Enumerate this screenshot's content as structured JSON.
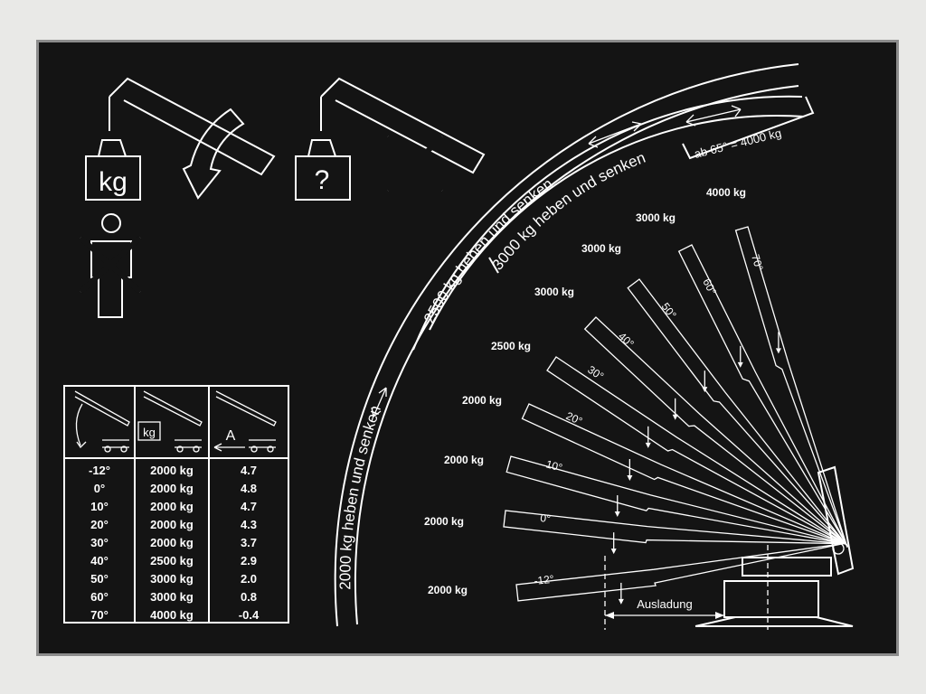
{
  "arc_labels": {
    "band_2000": "2000 kg heben und senken",
    "band_2500": "2500 kg heben und senken",
    "band_3000": "3000 kg heben und senken",
    "band_4000": "ab 65° = 4000 kg"
  },
  "boom_loads": [
    {
      "load": "4000 kg"
    },
    {
      "load": "3000 kg"
    },
    {
      "load": "3000 kg"
    },
    {
      "load": "3000 kg"
    },
    {
      "load": "2500 kg"
    },
    {
      "load": "2000 kg"
    },
    {
      "load": "2000 kg"
    },
    {
      "load": "2000 kg"
    },
    {
      "load": "2000 kg"
    }
  ],
  "boom_angles": [
    "70°",
    "60°",
    "50°",
    "40°",
    "30°",
    "20°",
    "10°",
    "0°",
    "-12°"
  ],
  "outreach_label": "Ausladung",
  "pictograms": {
    "weight_known": "kg",
    "weight_unknown": "?"
  },
  "table": {
    "header_icons": [
      "boom-angle-icon",
      "load-weight-icon",
      "outreach-icon"
    ],
    "header_weight_tag": "kg",
    "header_outreach_tag": "A",
    "rows": [
      {
        "angle": "-12°",
        "load": "2000 kg",
        "outreach": "4.7"
      },
      {
        "angle": "0°",
        "load": "2000 kg",
        "outreach": "4.8"
      },
      {
        "angle": "10°",
        "load": "2000 kg",
        "outreach": "4.7"
      },
      {
        "angle": "20°",
        "load": "2000 kg",
        "outreach": "4.3"
      },
      {
        "angle": "30°",
        "load": "2000 kg",
        "outreach": "3.7"
      },
      {
        "angle": "40°",
        "load": "2500 kg",
        "outreach": "2.9"
      },
      {
        "angle": "50°",
        "load": "3000 kg",
        "outreach": "2.0"
      },
      {
        "angle": "60°",
        "load": "3000 kg",
        "outreach": "0.8"
      },
      {
        "angle": "70°",
        "load": "4000 kg",
        "outreach": "-0.4"
      }
    ]
  },
  "colors": {
    "plate": "#141414",
    "engraving": "#ffffff",
    "frame": "#8c8c8c",
    "wall": "#e9e9e7"
  }
}
